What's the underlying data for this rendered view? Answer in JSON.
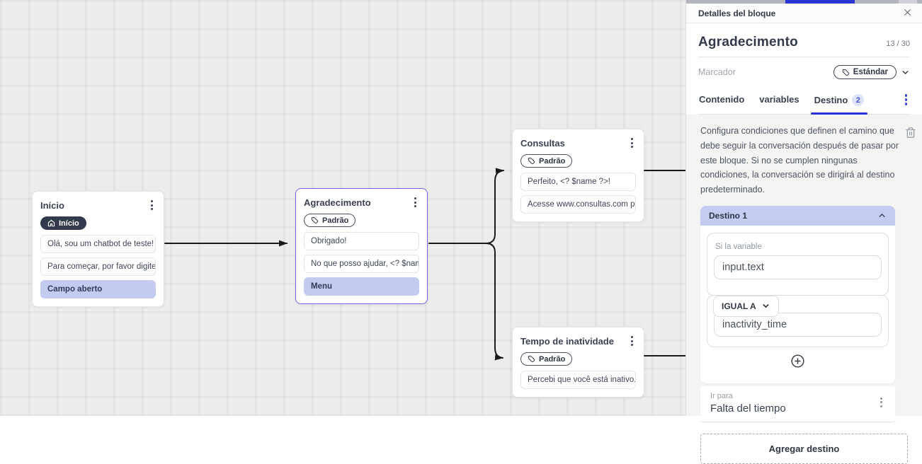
{
  "canvas": {
    "nodes": {
      "inicio": {
        "title": "Início",
        "badge": "Início",
        "messages": [
          "Olá, sou um chatbot de teste!",
          "Para começar, por favor digite o ...",
          "Campo aberto"
        ]
      },
      "agradecimento": {
        "title": "Agradecimento",
        "badge": "Padrão",
        "messages": [
          "Obrigado!",
          "No que posso ajudar, <? $name ...",
          "Menu"
        ]
      },
      "consultas": {
        "title": "Consultas",
        "badge": "Padrão",
        "messages": [
          "Perfeito, <? $name ?>!",
          "Acesse www.consultas.com par..."
        ]
      },
      "tempo": {
        "title": "Tempo de inatividade",
        "badge": "Padrão",
        "messages": [
          "Percebi que você está inativo. C..."
        ]
      }
    }
  },
  "panel": {
    "header": {
      "title": "Detalles del bloque"
    },
    "block": {
      "name": "Agradecimento",
      "counter": "13 / 30"
    },
    "marcador": {
      "label": "Marcador",
      "value": "Estándar"
    },
    "tabs": {
      "contenido": "Contenido",
      "variables": "variables",
      "destino": "Destino",
      "destino_count": "2"
    },
    "description": "Configura condiciones que definen el camino que debe seguir la conversación después de pasar por este bloque. Si no se cumplen ningunas condiciones, la conversación se dirigirá al destino predeterminado.",
    "destino": {
      "title": "Destino 1",
      "condition": {
        "variable_label": "Si la variable",
        "variable_value": "input.text",
        "operator": "IGUAL A",
        "compare_value": "inactivity_time"
      },
      "go_to": {
        "label": "Ir para",
        "value": "Falta del tiempo"
      }
    },
    "add_destination_label": "Agregar destino"
  },
  "colors": {
    "accent_blue": "#2a35d3",
    "selection_purple": "#6f6ae4",
    "destino_header_bg": "#c5ccf2",
    "chip_highlight_bg": "#c3cbf0",
    "badge_dark_bg": "#343a4e",
    "edge_black": "#1a1a1a"
  }
}
